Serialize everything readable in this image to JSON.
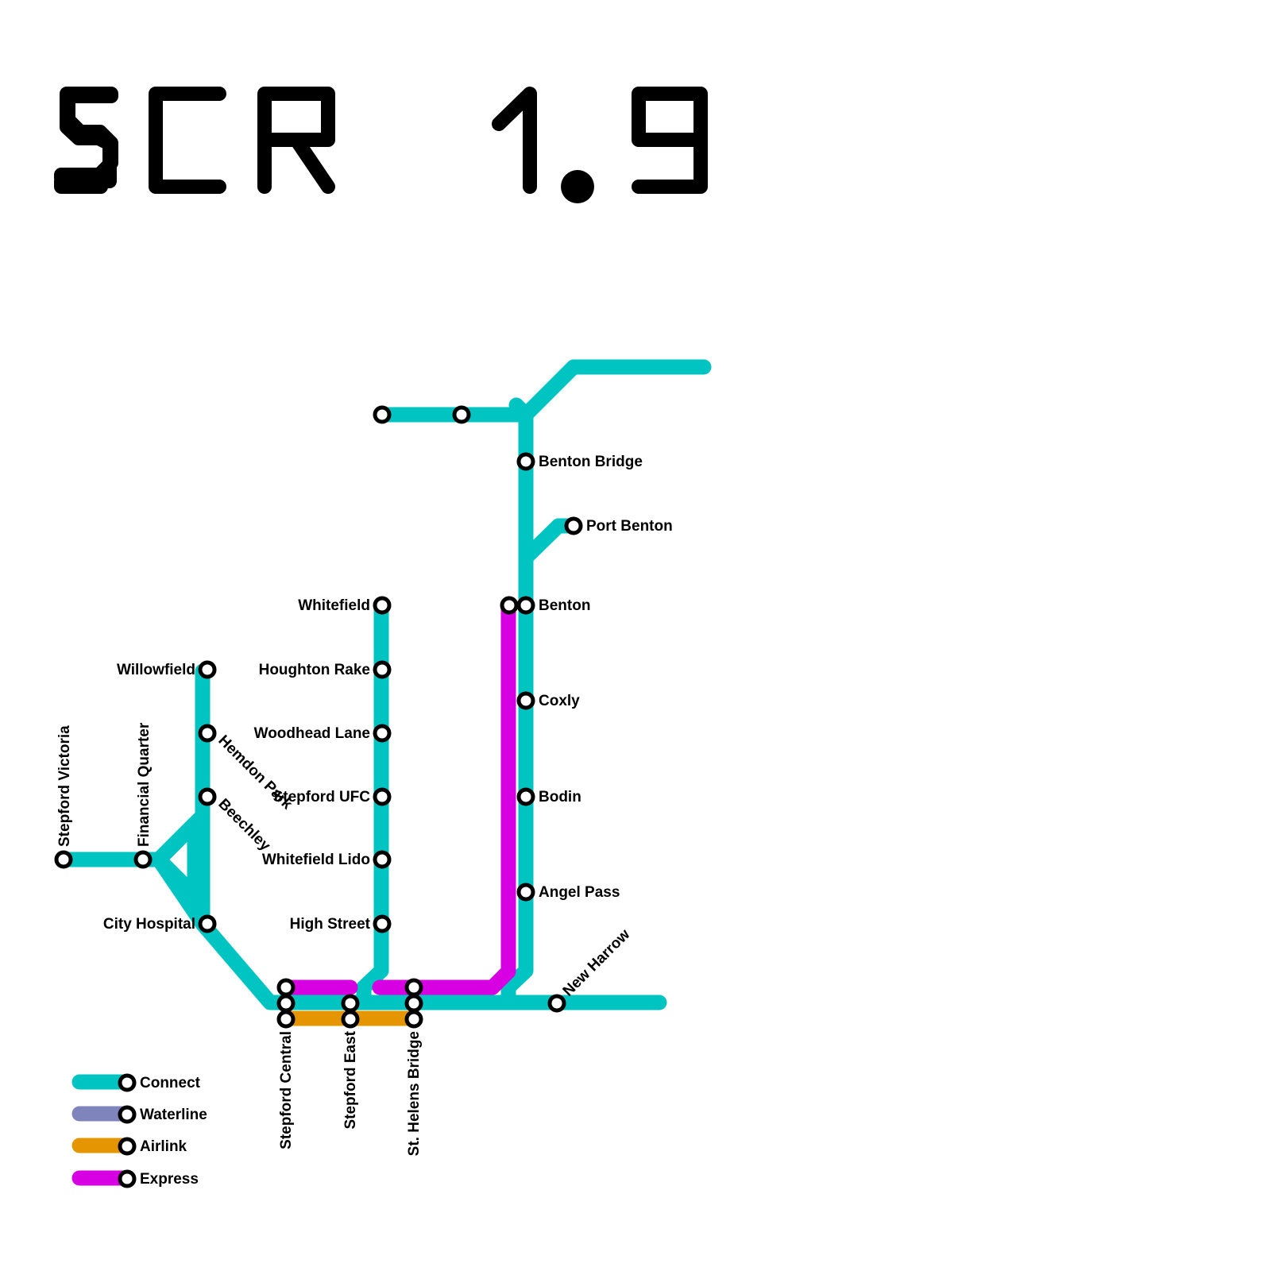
{
  "title": "SCR 1.9",
  "colors": {
    "connect": "#00c4c1",
    "waterline": "#8084bc",
    "airlink": "#e59500",
    "express": "#d700e2",
    "stop_fill": "#ffffff",
    "stop_stroke": "#000000",
    "text": "#000000"
  },
  "legend": [
    {
      "label": "Connect",
      "color_key": "connect"
    },
    {
      "label": "Waterline",
      "color_key": "waterline"
    },
    {
      "label": "Airlink",
      "color_key": "airlink"
    },
    {
      "label": "Express",
      "color_key": "express"
    }
  ],
  "stations": {
    "stepford_victoria": "Stepford Victoria",
    "financial_quarter": "Financial Quarter",
    "willowfield": "Willowfield",
    "hemdon_park": "Hemdon Park",
    "beechley": "Beechley",
    "city_hospital": "City Hospital",
    "whitefield": "Whitefield",
    "houghton_rake": "Houghton Rake",
    "woodhead_lane": "Woodhead Lane",
    "stepford_ufc": "Stepford UFC",
    "whitefield_lido": "Whitefield Lido",
    "high_street": "High Street",
    "benton_bridge": "Benton Bridge",
    "port_benton": "Port Benton",
    "benton": "Benton",
    "coxly": "Coxly",
    "bodin": "Bodin",
    "angel_pass": "Angel Pass",
    "new_harrow": "New Harrow",
    "stepford_central": "Stepford Central",
    "stepford_east": "Stepford East",
    "st_helens_bridge": "St. Helens Bridge"
  }
}
